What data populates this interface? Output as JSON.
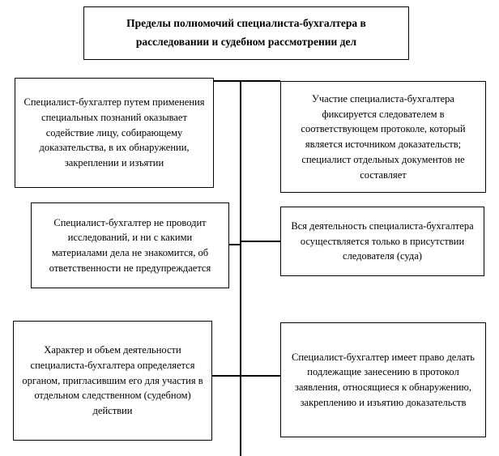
{
  "diagram": {
    "title": "Пределы полномочий специалиста-бухгалтера в расследовании и судебном рассмотрении дел",
    "nodes": [
      {
        "id": "left-1",
        "text": "Специалист-бухгалтер путем применения специальных познаний оказывает содействие лицу, собирающему доказательства, в их обнаружении, закреплении и изъятии"
      },
      {
        "id": "right-1",
        "text": "Участие специалиста-бухгалтера фиксируется следователем в соответствующем протоколе, который является источником  доказательств; специалист  отдельных документов не составляет"
      },
      {
        "id": "left-2",
        "text": "Специалист-бухгалтер не проводит исследований, и ни с какими материалами дела не знакомится, об ответственности не предупреждается"
      },
      {
        "id": "right-2",
        "text": "Вся деятельность специалиста-бухгалтера осуществляется только в присутствии следователя (суда)"
      },
      {
        "id": "left-3",
        "text": "Характер и объем деятельности специалиста-бухгалтера определяется органом, пригласившим  его для участия  в отдельном  следственном (судебном)  действии"
      },
      {
        "id": "right-3",
        "text": "Специалист-бухгалтер имеет право делать подлежащие занесению в протокол заявления, относящиеся к обнаружению, закреплению и изъятию доказательств"
      }
    ],
    "colors": {
      "border": "#000000",
      "background": "#ffffff",
      "text": "#000000"
    }
  }
}
